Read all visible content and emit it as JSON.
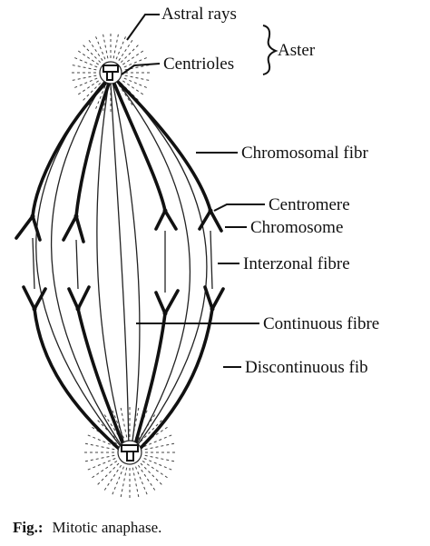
{
  "labels": {
    "astral_rays": "Astral rays",
    "aster": "Aster",
    "centrioles": "Centrioles",
    "chromosomal_fibre": "Chromosomal fibr",
    "centromere": "Centromere",
    "chromosome": "Chromosome",
    "interzonal_fibre": "Interzonal fibre",
    "continuous_fibre": "Continuous fibre",
    "discontinuous_fibre": "Discontinuous fib"
  },
  "caption": {
    "prefix": "Fig.:",
    "text": "Mitotic anaphase."
  }
}
